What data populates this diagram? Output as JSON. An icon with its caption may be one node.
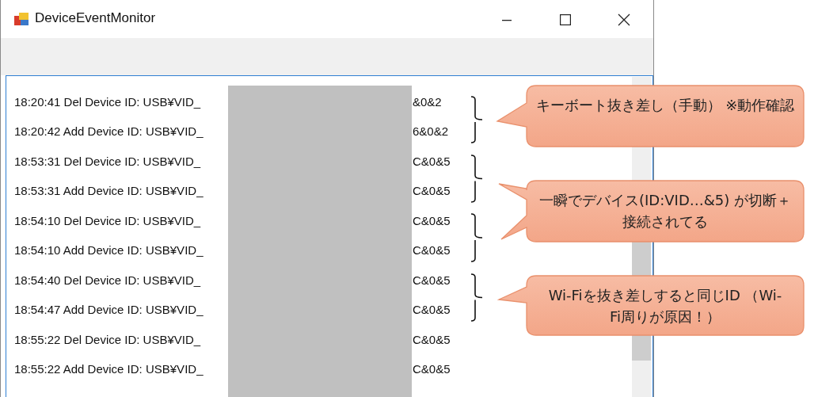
{
  "diagram": {
    "title": "DeviceEventMonitor",
    "nodes": [
      {
        "text": [
          "キーボート抜き差し（手動） ※動作確認"
        ]
      },
      {
        "text": [
          "一瞬でデバイス(ID:VID…&5) が切断＋接続されてる"
        ]
      },
      {
        "text": [
          "Wi-Fiを抜き差しすると同じID （Wi-Fi周りが原因！）"
        ]
      }
    ],
    "labels": [
      "18:20:41 Del Device ID: USB¥VID_",
      "&0&2",
      "18:20:42 Add Device ID: USB¥VID_",
      "6&0&2",
      "18:53:31 Del Device ID: USB¥VID_",
      "C&0&5",
      "18:53:31 Add Device ID: USB¥VID_",
      "C&0&5",
      "18:54:10 Del Device ID: USB¥VID_",
      "C&0&5",
      "18:54:10 Add Device ID: USB¥VID_",
      "C&0&5",
      "18:54:40 Del Device ID: USB¥VID_",
      "C&0&5",
      "18:54:47 Add Device ID: USB¥VID_",
      "C&0&5",
      "18:55:22 Del Device ID: USB¥VID_",
      "C&0&5",
      "18:55:22 Add Device ID: USB¥VID_",
      "C&0&5"
    ]
  }
}
